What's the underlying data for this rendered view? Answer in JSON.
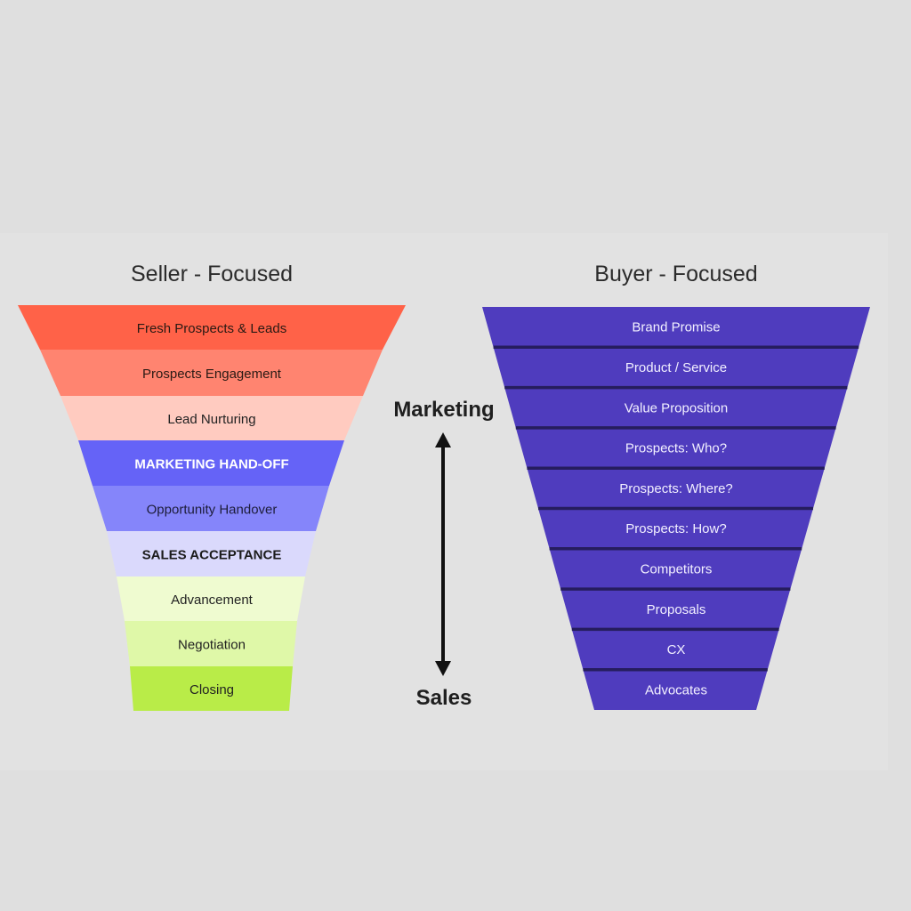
{
  "seller": {
    "title": "Seller - Focused",
    "stages": [
      {
        "label": "Fresh Prospects & Leads",
        "color": "#ff6248",
        "text_color": "#2a1a14",
        "bold": false
      },
      {
        "label": "Prospects Engagement",
        "color": "#ff8470",
        "text_color": "#2a1a14",
        "bold": false
      },
      {
        "label": "Lead Nurturing",
        "color": "#ffcbc0",
        "text_color": "#222222",
        "bold": false
      },
      {
        "label": "MARKETING HAND-OFF",
        "color": "#6563f7",
        "text_color": "#ffffff",
        "bold": true
      },
      {
        "label": "Opportunity Handover",
        "color": "#8585fa",
        "text_color": "#1d1d3a",
        "bold": false
      },
      {
        "label": "SALES ACCEPTANCE",
        "color": "#dad9fc",
        "text_color": "#1b1b1b",
        "bold": true
      },
      {
        "label": "Advancement",
        "color": "#effbd0",
        "text_color": "#222222",
        "bold": false
      },
      {
        "label": "Negotiation",
        "color": "#dff8a8",
        "text_color": "#222222",
        "bold": false
      },
      {
        "label": "Closing",
        "color": "#b9ec48",
        "text_color": "#222222",
        "bold": false
      }
    ]
  },
  "buyer": {
    "title": "Buyer - Focused",
    "fill_color": "#4f3cbe",
    "separator_color": "#261d5e",
    "stages": [
      "Brand Promise",
      "Product / Service",
      "Value Proposition",
      "Prospects: Who?",
      "Prospects: Where?",
      "Prospects: How?",
      "Competitors",
      "Proposals",
      "CX",
      "Advocates"
    ]
  },
  "axis": {
    "top_label": "Marketing",
    "bottom_label": "Sales"
  }
}
